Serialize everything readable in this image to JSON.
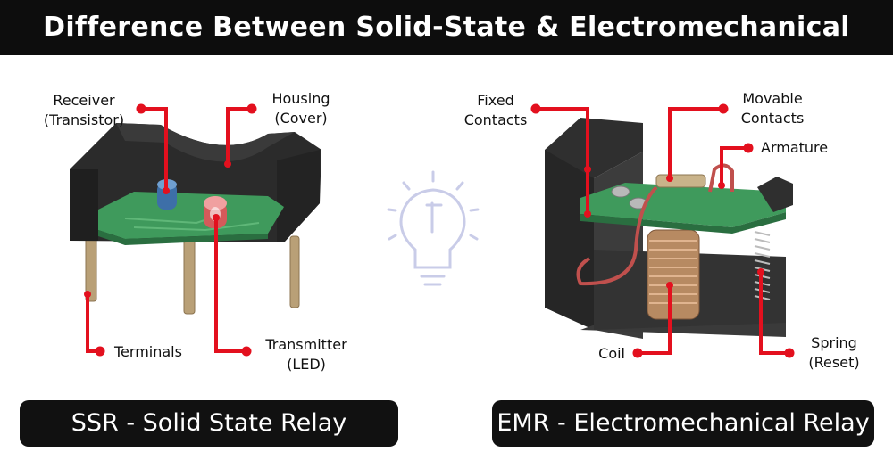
{
  "title": "Difference Between Solid-State & Electromechanical Relay",
  "ssr": {
    "caption": "SSR - Solid State Relay",
    "labels": {
      "receiver_line1": "Receiver",
      "receiver_line2": "(Transistor)",
      "housing_line1": "Housing",
      "housing_line2": "(Cover)",
      "terminals": "Terminals",
      "transmitter_line1": "Transmitter",
      "transmitter_line2": "(LED)"
    }
  },
  "emr": {
    "caption": "EMR - Electromechanical Relay",
    "labels": {
      "fixed_line1": "Fixed",
      "fixed_line2": "Contacts",
      "movable_line1": "Movable",
      "movable_line2": "Contacts",
      "armature": "Armature",
      "coil": "Coil",
      "spring_line1": "Spring",
      "spring_line2": "(Reset)"
    }
  },
  "colors": {
    "title_bg": "#0d0d0d",
    "leader_red": "#e3101e",
    "pcb_green": "#3f9a5c",
    "housing_dark": "#2b2b2b",
    "pin_tan": "#b9a077",
    "coil_copper": "#b78a62",
    "bulb_outline": "#c9cce8"
  },
  "icons": {
    "center": "lightbulb-icon"
  }
}
